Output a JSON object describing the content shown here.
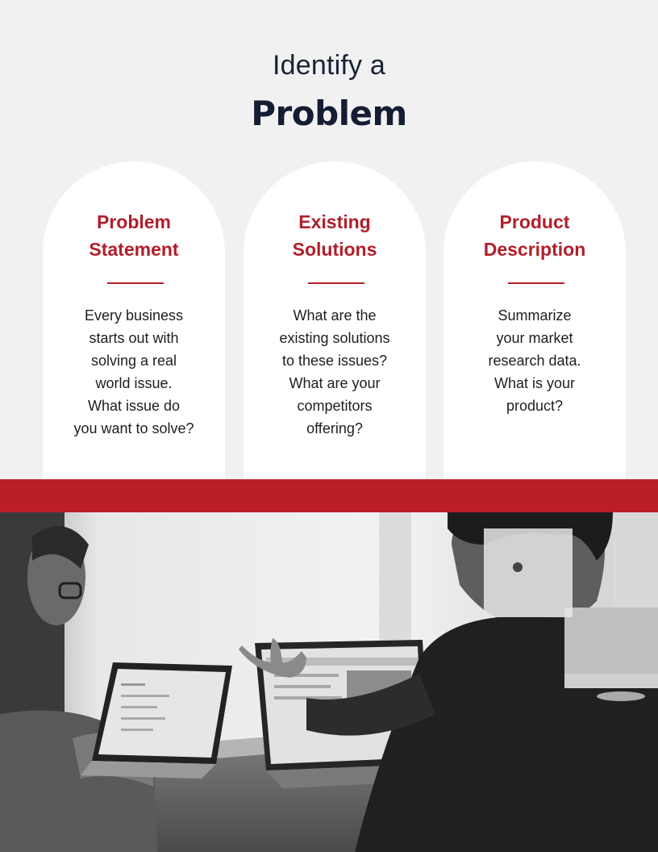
{
  "header": {
    "subtitle": "Identify a",
    "title": "Problem"
  },
  "cards": [
    {
      "title_line1": "Problem",
      "title_line2": "Statement",
      "body_lines": [
        "Every business",
        "starts out with",
        "solving a real",
        "world issue.",
        "What issue do",
        "you want to solve?"
      ]
    },
    {
      "title_line1": "Existing",
      "title_line2": "Solutions",
      "body_lines": [
        "What are the",
        "existing solutions",
        "to these issues?",
        "What are your",
        "competitors",
        "offering?"
      ]
    },
    {
      "title_line1": "Product",
      "title_line2": "Description",
      "body_lines": [
        "Summarize",
        "your market",
        "research data.",
        "What is your",
        "product?"
      ]
    }
  ],
  "colors": {
    "accent": "#bb1f26",
    "heading": "#141d33",
    "background": "#f1f1f1"
  },
  "photo": {
    "icon": "office-meeting-photo"
  }
}
